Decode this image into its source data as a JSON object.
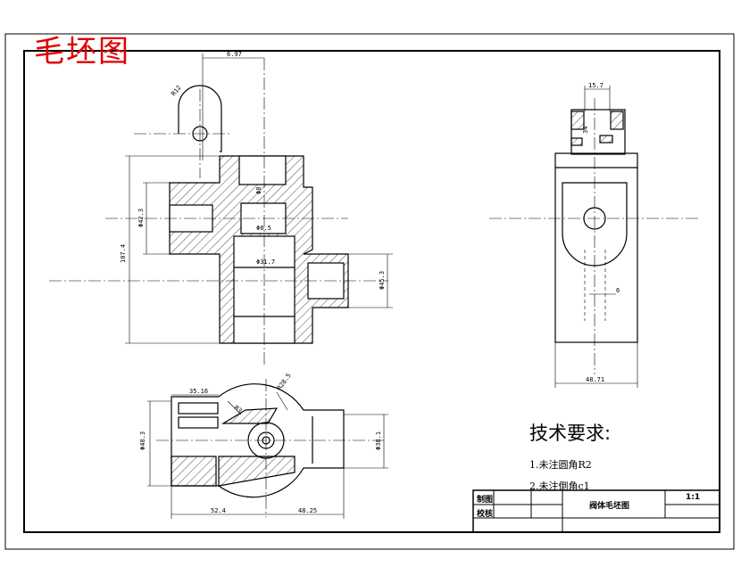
{
  "drawing": {
    "stamp_title": "毛坯图",
    "tech_requirements": {
      "title": "技术要求:",
      "items": [
        "1.未注圆角R2",
        "2.未注倒角c1"
      ]
    },
    "title_block": {
      "row1_label": "制图",
      "row2_label": "校核",
      "part_name": "阀体毛坯图",
      "scale": "1:1"
    },
    "dimensions": {
      "top_width": "6.97",
      "radius_tab": "R12",
      "bore_small": "Φ8",
      "bore_mid": "Φ8.5",
      "bore_main": "Φ31.7",
      "height_left": "107.4",
      "dia_left": "Φ42.3",
      "dia_right": "Φ45.3",
      "side_top_width": "15.7",
      "side_slot": "34",
      "side_small": "6",
      "side_width": "48.71",
      "top_view_left": "35.16",
      "top_view_r": "R3",
      "top_view_r2": "R28.5",
      "top_view_dia_left": "Φ48.3",
      "top_view_dia_right": "Φ38.1",
      "bottom_left": "52.4",
      "bottom_right": "48.25"
    }
  }
}
